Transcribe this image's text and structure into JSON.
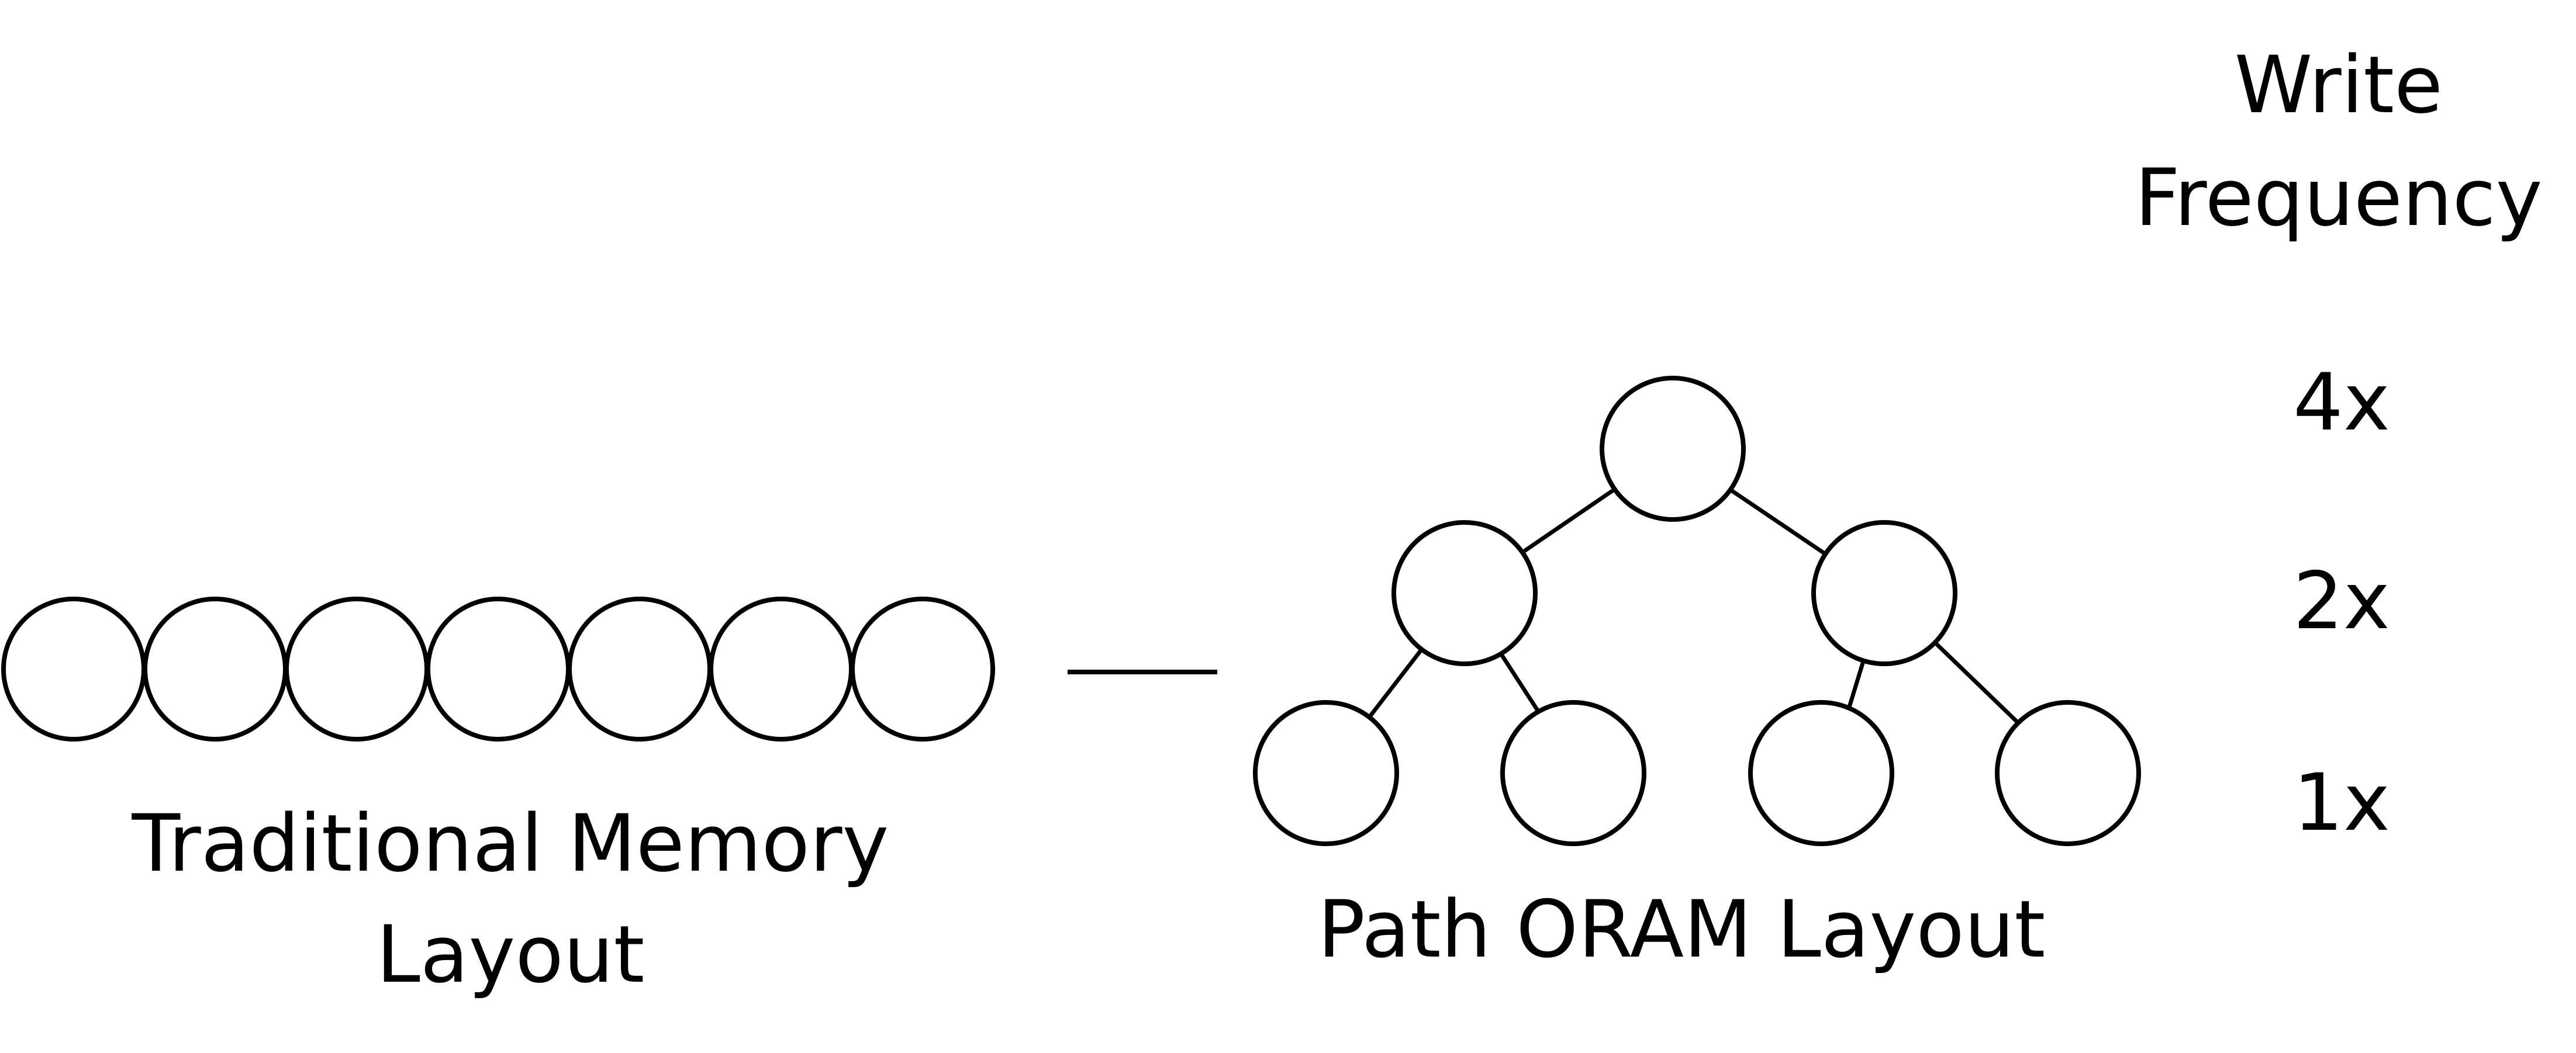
{
  "labels": {
    "traditional_line1": "Traditional Memory",
    "traditional_line2": "Layout",
    "path_oram": "Path ORAM Layout",
    "write_line1": "Write",
    "write_line2": "Frequency",
    "freq_4x": "4x",
    "freq_2x": "2x",
    "freq_1x": "1x"
  },
  "traditional_layout": {
    "block_count": 7
  },
  "path_oram_tree": {
    "levels": [
      {
        "nodes": 1,
        "write_frequency": "4x"
      },
      {
        "nodes": 2,
        "write_frequency": "2x"
      },
      {
        "nodes": 4,
        "write_frequency": "1x"
      }
    ]
  }
}
